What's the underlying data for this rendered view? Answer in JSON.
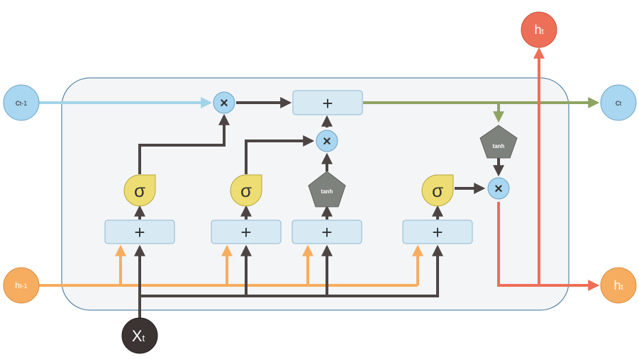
{
  "nodes": {
    "c_prev": {
      "main": "c",
      "sub": "t-1"
    },
    "c_next": {
      "main": "c",
      "sub": "t"
    },
    "h_prev": {
      "main": "h",
      "sub": "t-1"
    },
    "h_next_right": {
      "main": "h",
      "sub": "t"
    },
    "h_next_top": {
      "main": "h",
      "sub": "t"
    },
    "x_input": {
      "main": "X",
      "sub": "t"
    }
  },
  "ops": {
    "sum": "+",
    "product": "×",
    "sigmoid": "σ",
    "tanh": "tanh"
  },
  "colors": {
    "cell_line": "#a3d4e8",
    "cell_line_after": "#8fa462",
    "hidden_line": "#f7ad5f",
    "output_line": "#ed6f58",
    "dark_line": "#4d4544",
    "sigma_fill": "#eedd72",
    "tanh_fill": "#7e827c",
    "op_circle": "#a9d6f0",
    "sum_box": "#d7eaf4",
    "frame": "#f3f5f7"
  }
}
